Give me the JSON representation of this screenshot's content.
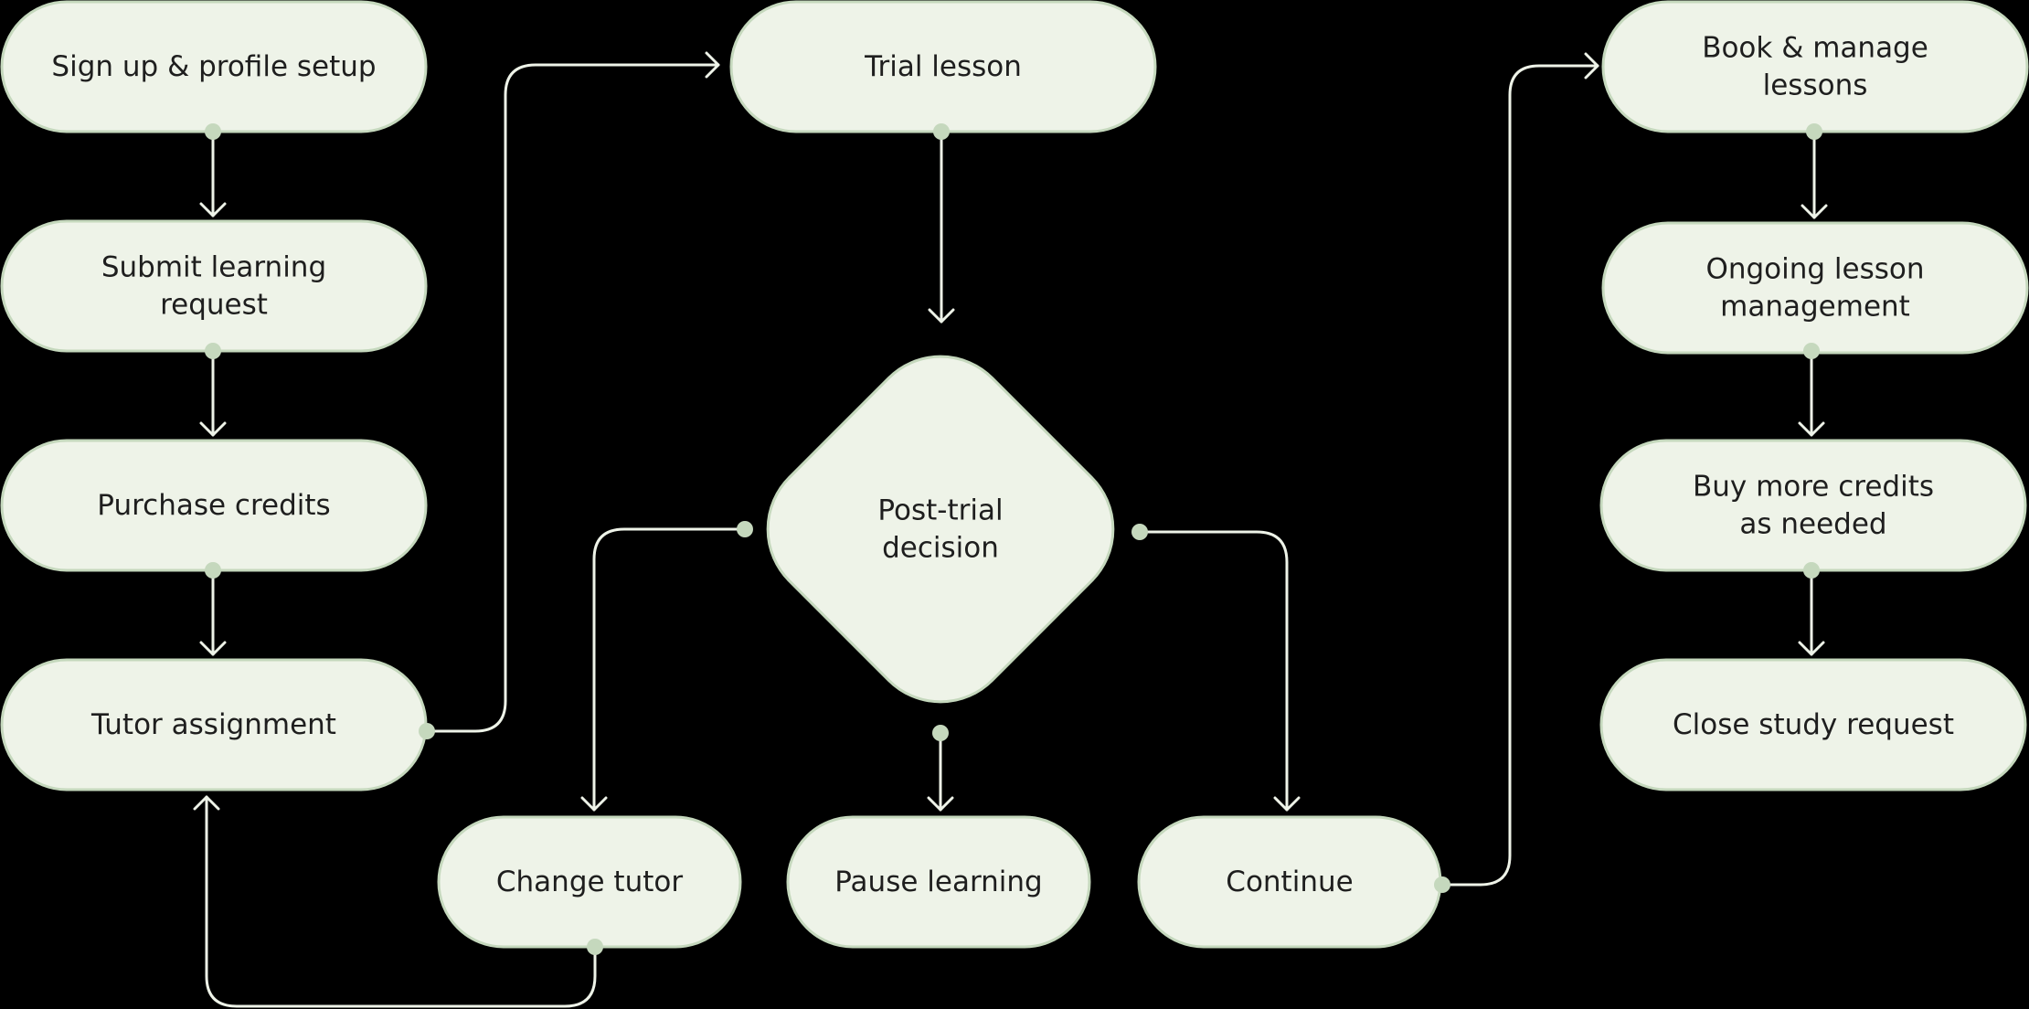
{
  "colors": {
    "background": "#000000",
    "node_fill": "#eef3e8",
    "node_stroke": "#c5d8bd",
    "node_text": "#1e1e1e",
    "connector": "#eef3e8",
    "port": "#c5d8bd"
  },
  "nodes": [
    {
      "id": "signup",
      "shape": "pill",
      "lines": [
        "Sign up & profile setup"
      ]
    },
    {
      "id": "submit",
      "shape": "pill",
      "lines": [
        "Submit learning",
        "request"
      ]
    },
    {
      "id": "purchase",
      "shape": "pill",
      "lines": [
        "Purchase credits"
      ]
    },
    {
      "id": "tutor",
      "shape": "pill",
      "lines": [
        "Tutor assignment"
      ]
    },
    {
      "id": "trial",
      "shape": "pill",
      "lines": [
        "Trial lesson"
      ]
    },
    {
      "id": "decision",
      "shape": "diamond",
      "lines": [
        "Post-trial",
        "decision"
      ]
    },
    {
      "id": "change",
      "shape": "pill",
      "lines": [
        "Change tutor"
      ]
    },
    {
      "id": "pause",
      "shape": "pill",
      "lines": [
        "Pause learning"
      ]
    },
    {
      "id": "continue",
      "shape": "pill",
      "lines": [
        "Continue"
      ]
    },
    {
      "id": "book",
      "shape": "pill",
      "lines": [
        "Book & manage",
        "lessons"
      ]
    },
    {
      "id": "ongoing",
      "shape": "pill",
      "lines": [
        "Ongoing lesson",
        "management"
      ]
    },
    {
      "id": "buymore",
      "shape": "pill",
      "lines": [
        "Buy more credits",
        "as needed"
      ]
    },
    {
      "id": "close",
      "shape": "pill",
      "lines": [
        "Close study request"
      ]
    }
  ],
  "edges": [
    {
      "from": "signup",
      "to": "submit"
    },
    {
      "from": "submit",
      "to": "purchase"
    },
    {
      "from": "purchase",
      "to": "tutor"
    },
    {
      "from": "tutor",
      "to": "trial"
    },
    {
      "from": "trial",
      "to": "decision"
    },
    {
      "from": "decision",
      "to": "change"
    },
    {
      "from": "decision",
      "to": "pause"
    },
    {
      "from": "decision",
      "to": "continue"
    },
    {
      "from": "change",
      "to": "tutor"
    },
    {
      "from": "continue",
      "to": "book"
    },
    {
      "from": "book",
      "to": "ongoing"
    },
    {
      "from": "ongoing",
      "to": "buymore"
    },
    {
      "from": "buymore",
      "to": "close"
    }
  ]
}
